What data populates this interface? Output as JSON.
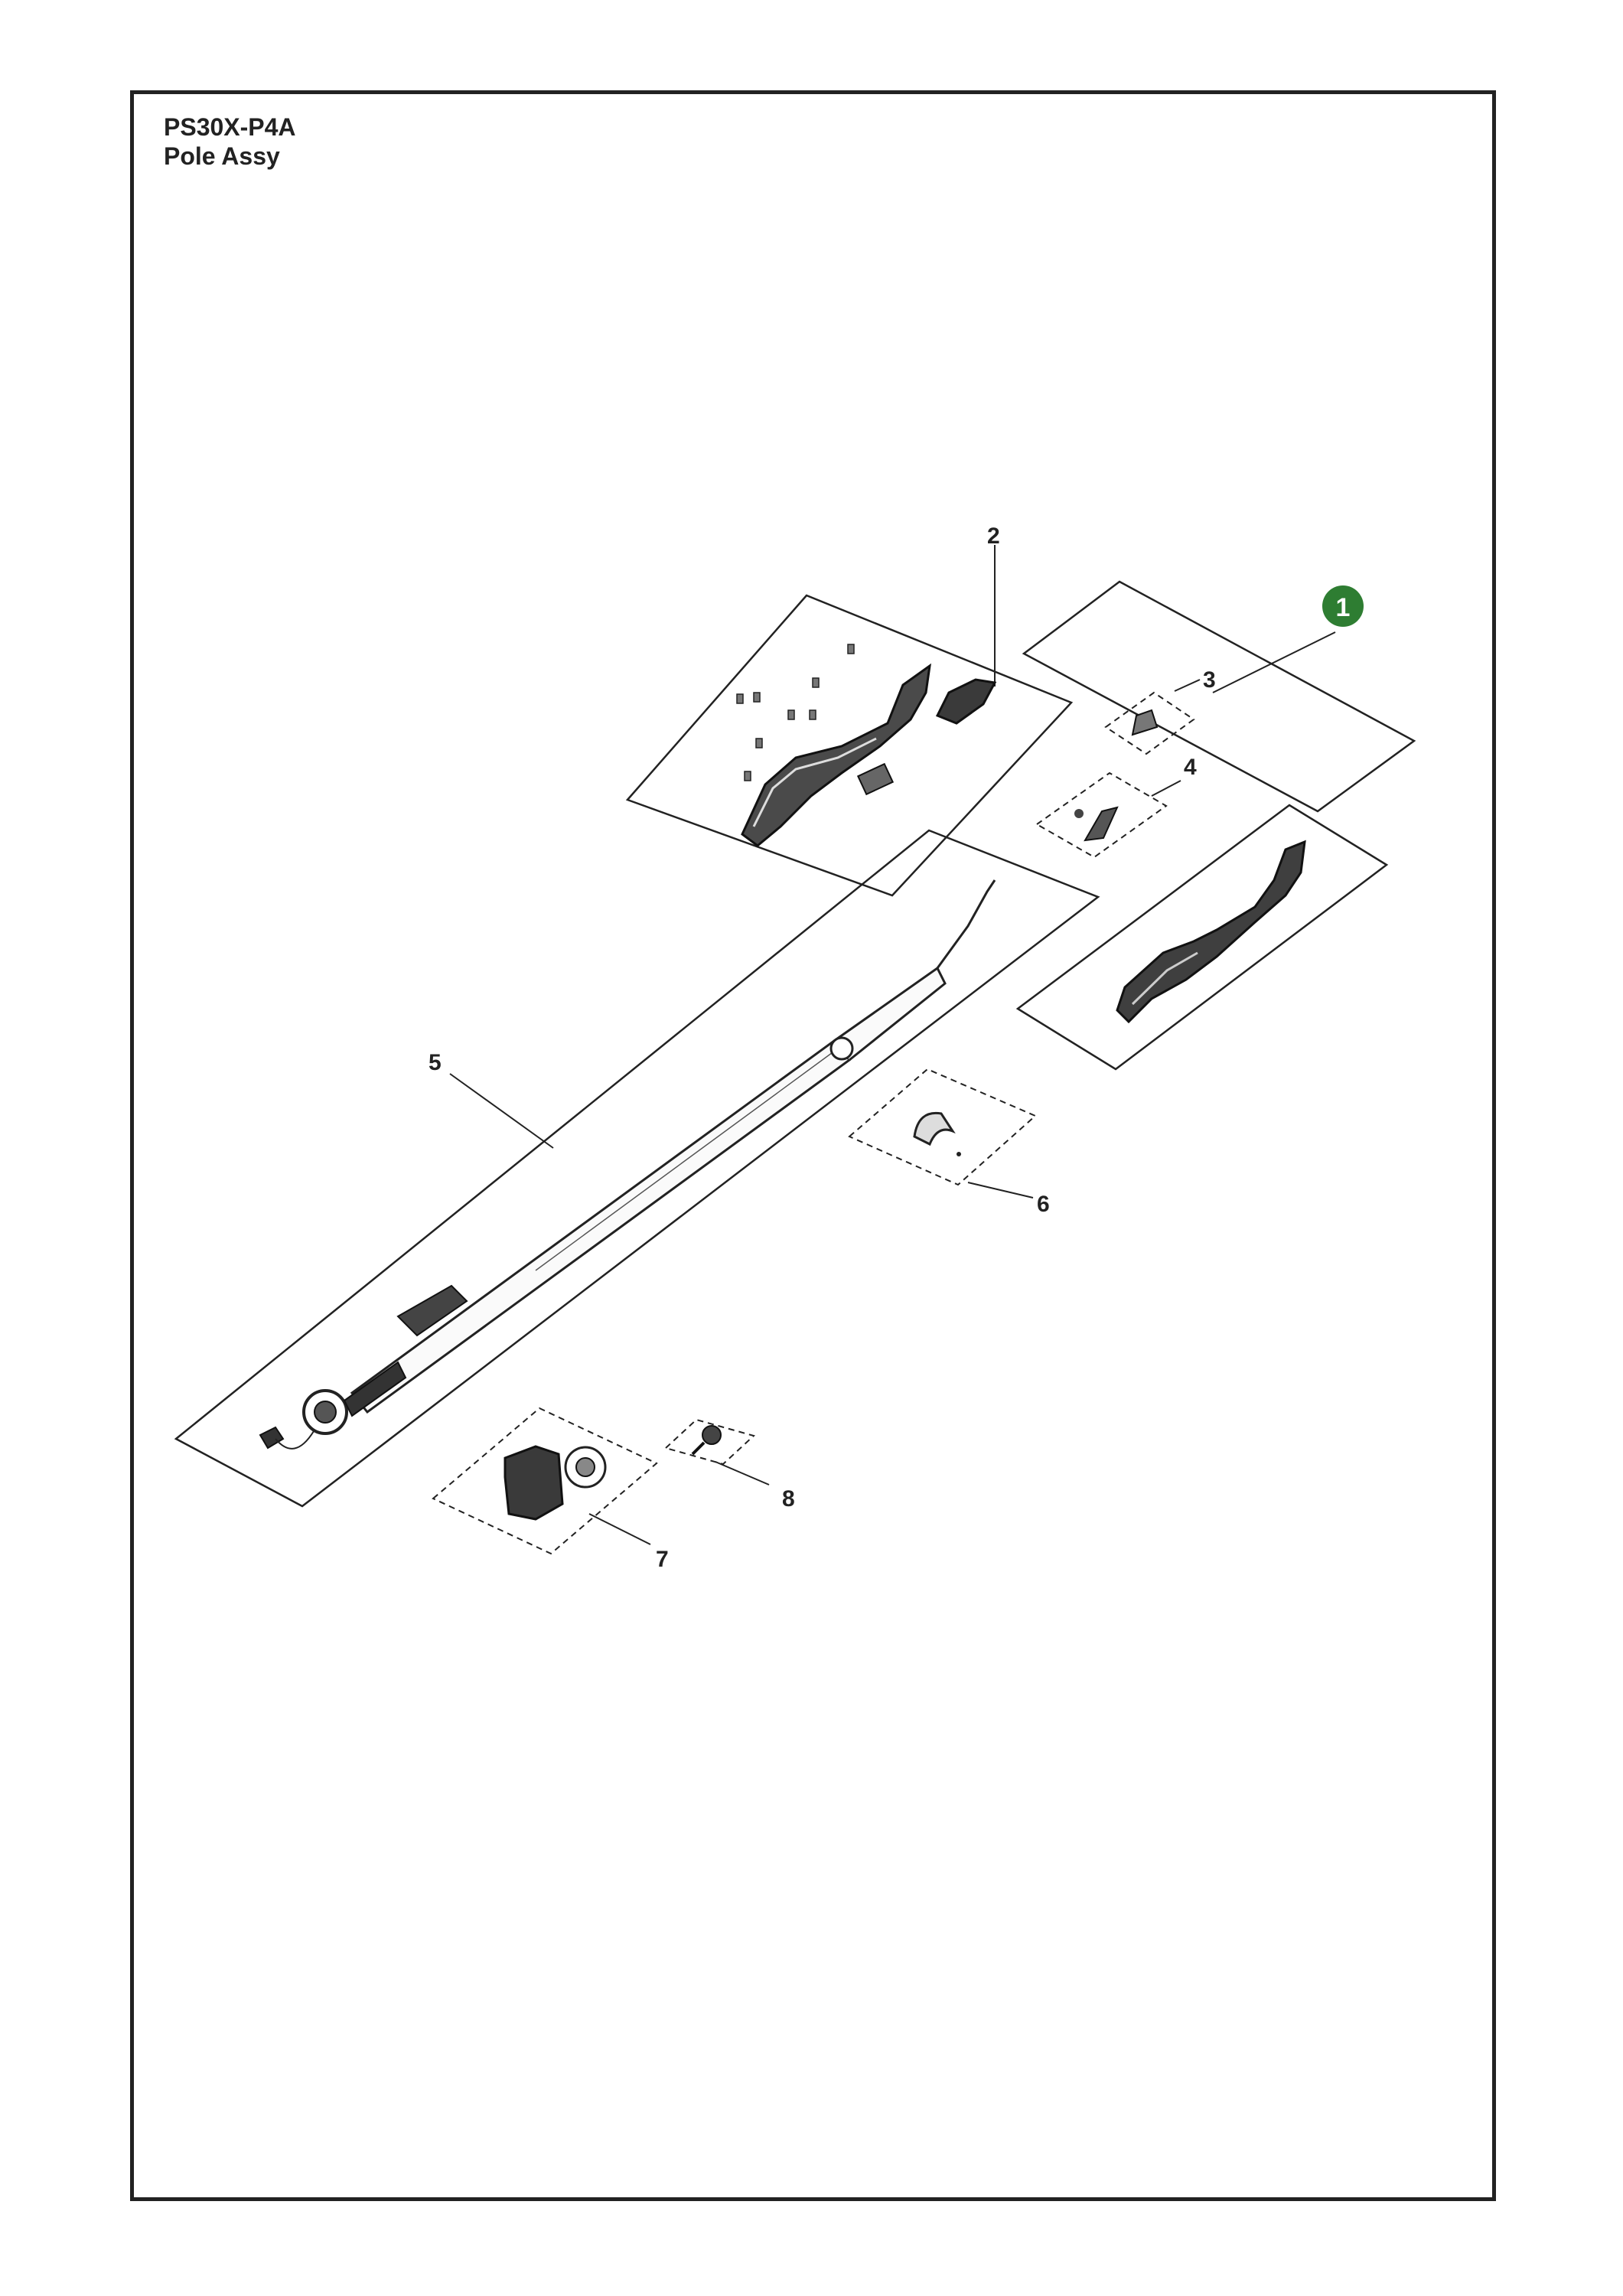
{
  "header": {
    "model": "PS30X-P4A",
    "assembly": "Pole Assy"
  },
  "callouts": {
    "c1": "1",
    "c2": "2",
    "c3": "3",
    "c4": "4",
    "c5": "5",
    "c6": "6",
    "c7": "7",
    "c8": "8"
  },
  "colors": {
    "badge": "#2e7d32",
    "ink": "#222222",
    "part_dark": "#3a3a3a"
  }
}
